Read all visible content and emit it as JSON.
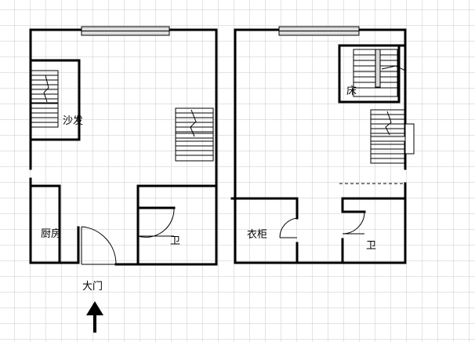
{
  "labels": {
    "sofa": "沙发",
    "kitchen": "厨房",
    "bath_left": "卫",
    "main_door": "大门",
    "bed": "床",
    "wardrobe": "衣柜",
    "bath_right": "卫"
  },
  "colors": {
    "grid": "#c8c8c8",
    "wall": "#000000",
    "window_fill": "#dcdcdc",
    "background": "#ffffff"
  },
  "icons": {
    "entry_arrow": "arrow-up-icon",
    "stairs": "staircase-icon"
  }
}
